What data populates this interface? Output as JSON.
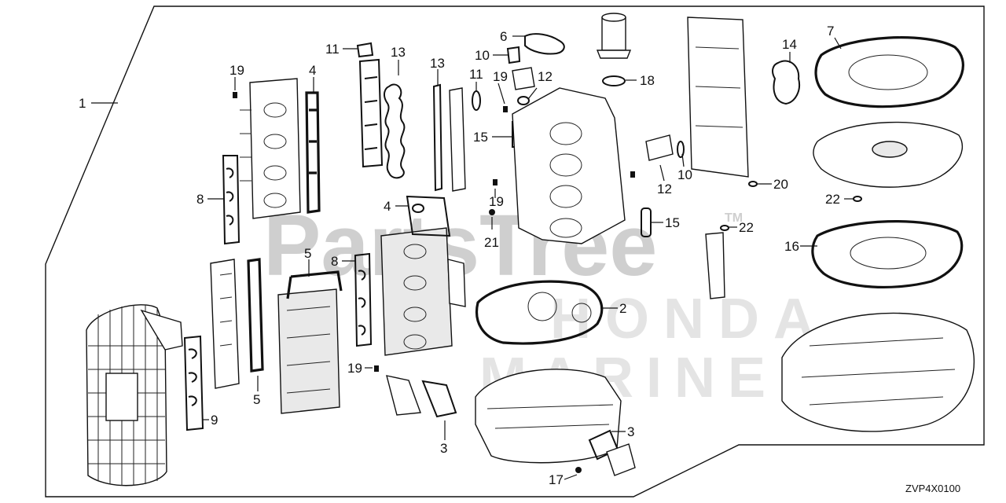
{
  "diagram": {
    "drawing_code": "ZVP4X0100",
    "watermark": {
      "brand": "PartsTree",
      "trademark": "TM",
      "sub_brand_line1": "HONDA",
      "sub_brand_line2": "MARINE"
    },
    "callouts": {
      "c1": "1",
      "c2": "2",
      "c3a": "3",
      "c3b": "3",
      "c4a": "4",
      "c4b": "4",
      "c5a": "5",
      "c5b": "5",
      "c6": "6",
      "c7": "7",
      "c8a": "8",
      "c8b": "8",
      "c9": "9",
      "c10a": "10",
      "c10b": "10",
      "c11a": "11",
      "c11b": "11",
      "c12a": "12",
      "c12b": "12",
      "c13a": "13",
      "c13b": "13",
      "c14": "14",
      "c15a": "15",
      "c15b": "15",
      "c16": "16",
      "c17": "17",
      "c18": "18",
      "c19a": "19",
      "c19b": "19",
      "c19c": "19",
      "c19d": "19",
      "c20": "20",
      "c21": "21",
      "c22a": "22",
      "c22b": "22"
    }
  }
}
